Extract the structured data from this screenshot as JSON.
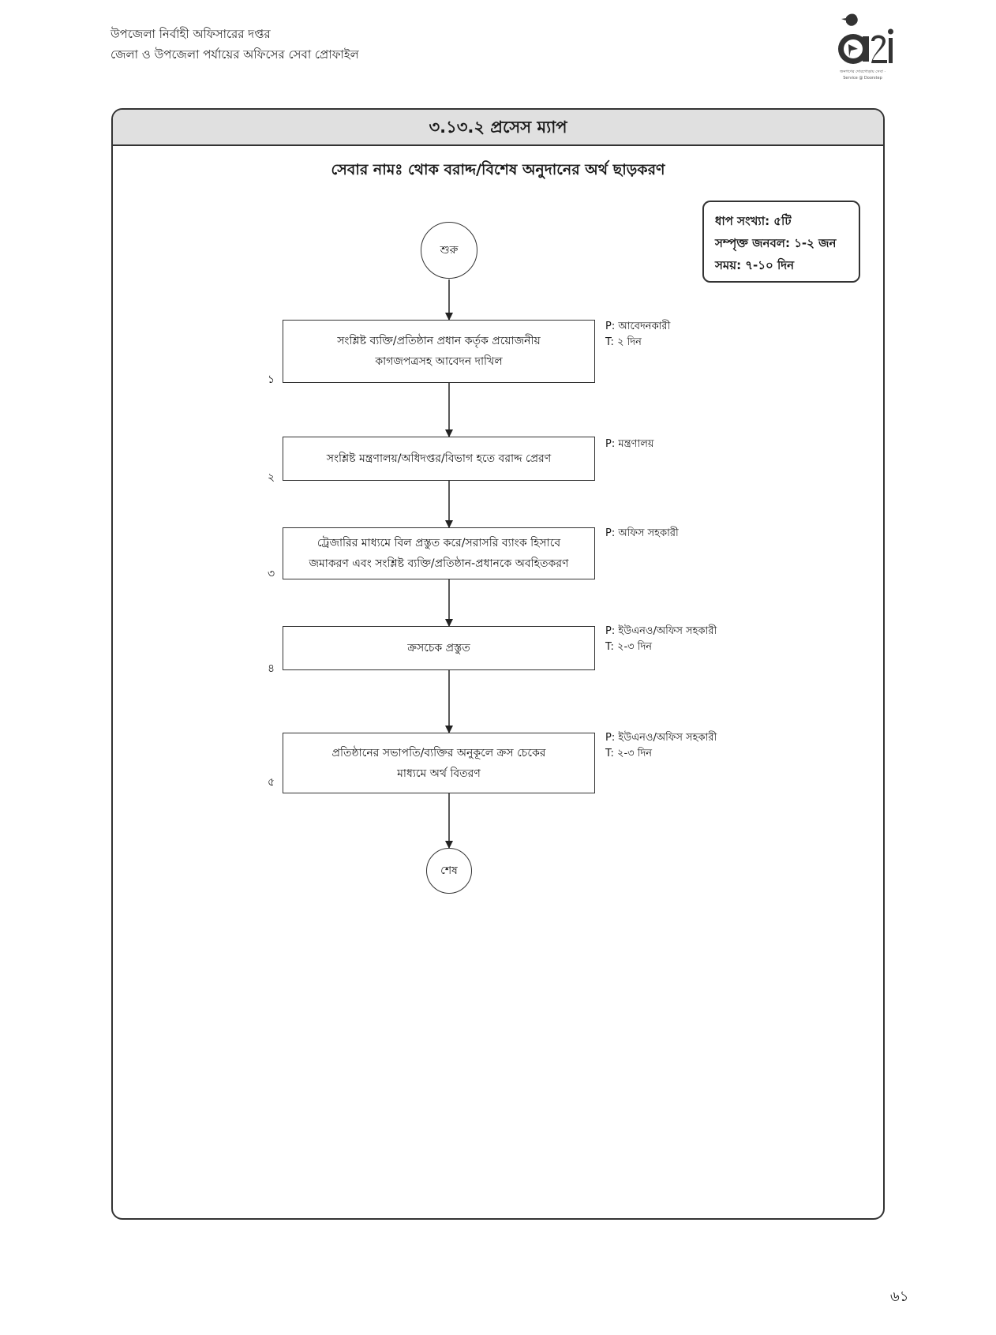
{
  "header": {
    "line1": "উপজেলা নির্বাহী অফিসারের দপ্তর",
    "line2": "জেলা ও উপজেলা পর্যায়ের অফিসের সেবা প্রোফাইল"
  },
  "logo": {
    "mark": "a2i",
    "icon": "bird-icon",
    "tagline": "জনগণের দোরগোড়ায় সেবা · Service @ Doorstep"
  },
  "panel": {
    "title": "৩.১৩.২ প্রসেস ম্যাপ",
    "service_name": "সেবার নামঃ থোক বরাদ্দ/বিশেষ অনুদানের অর্থ ছাড়করণ"
  },
  "summary": {
    "steps": "ধাপ সংখ্যা: ৫টি",
    "manpower": "সম্পৃক্ত জনবল: ১-২ জন",
    "time": "সময়: ৭-১০ দিন"
  },
  "flow": {
    "start": "শুরু",
    "end": "শেষ",
    "steps": [
      {
        "num": "১",
        "line1": "সংশ্লিষ্ট ব্যক্তি/প্রতিষ্ঠান প্রধান কর্তৃক প্রয়োজনীয়",
        "line2": "কাগজপত্রসহ আবেদন দাখিল",
        "person": "P: আবেদনকারী",
        "time": "T: ২ দিন"
      },
      {
        "num": "২",
        "line1": "সংশ্লিষ্ট মন্ত্রণালয়/অধিদপ্তর/বিভাগ হতে বরাদ্দ প্রেরণ",
        "line2": "",
        "person": "P: মন্ত্রণালয়",
        "time": ""
      },
      {
        "num": "৩",
        "line1": "ট্রেজারির মাধ্যমে বিল প্রস্তুত করে/সরাসরি ব্যাংক হিসাবে",
        "line2": "জমাকরণ এবং সংশ্লিষ্ট ব্যক্তি/প্রতিষ্ঠান-প্রধানকে অবহিতকরণ",
        "person": "P: অফিস সহকারী",
        "time": ""
      },
      {
        "num": "৪",
        "line1": "ক্রসচেক প্রস্তুত",
        "line2": "",
        "person": "P: ইউএনও/অফিস সহকারী",
        "time": "T: ২-৩ দিন"
      },
      {
        "num": "৫",
        "line1": "প্রতিষ্ঠানের সভাপতি/ব্যক্তির অনুকূলে ক্রস চেকের",
        "line2": "মাধ্যমে অর্থ বিতরণ",
        "person": "P: ইউএনও/অফিস সহকারী",
        "time": "T: ২-৩ দিন"
      }
    ]
  },
  "page_number": "৬১"
}
